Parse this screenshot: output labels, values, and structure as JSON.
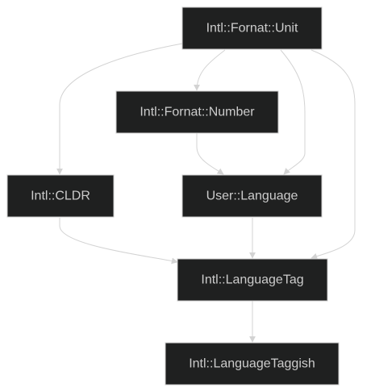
{
  "nodes": {
    "unit": "Intl::Fornat::Unit",
    "number": "Intl::Fornat::Number",
    "cldr": "Intl::CLDR",
    "user_language": "User::Language",
    "language_tag": "Intl::LanguageTag",
    "language_taggish": "Intl::LanguageTaggish"
  },
  "colors": {
    "node_fill": "#1f2020",
    "node_stroke": "#cccccc",
    "node_text": "#cccccc",
    "edge": "#d3d3d3",
    "background": "#ffffff"
  }
}
